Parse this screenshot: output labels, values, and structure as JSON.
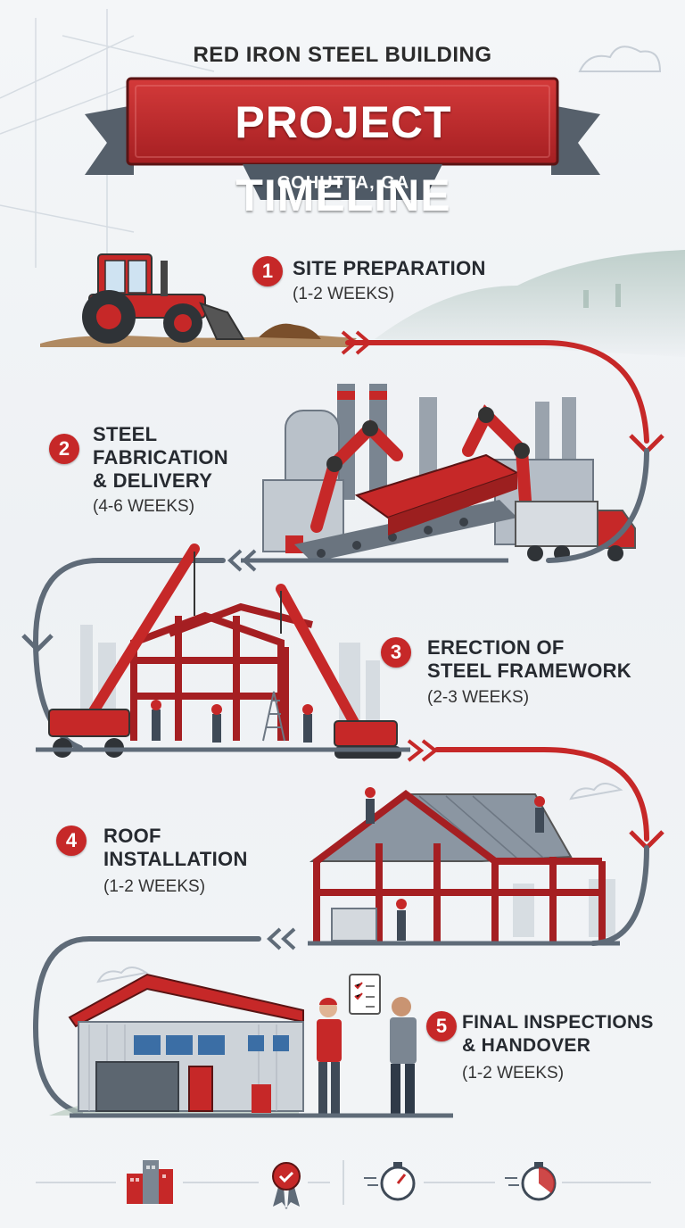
{
  "header": {
    "subtitle": "RED IRON STEEL BUILDING",
    "title": "PROJECT TIMELINE",
    "location": "COHUTTA, GA"
  },
  "steps": [
    {
      "number": "1",
      "title": "SITE PREPARATION",
      "duration": "(1-2 WEEKS)",
      "icon": "tractor-icon"
    },
    {
      "number": "2",
      "title_lines": [
        "STEEL",
        "FABRICATION",
        "& DELIVERY"
      ],
      "duration": "(4-6 WEEKS)",
      "icon": "factory-robot-arm-icon"
    },
    {
      "number": "3",
      "title_lines": [
        "ERECTION OF",
        "STEEL FRAMEWORK"
      ],
      "duration": "(2-3 WEEKS)",
      "icon": "crane-icon"
    },
    {
      "number": "4",
      "title_lines": [
        "ROOF",
        "INSTALLATION"
      ],
      "duration": "(1-2 WEEKS)",
      "icon": "roof-frame-icon"
    },
    {
      "number": "5",
      "title_lines": [
        "FINAL INSPECTIONS",
        "& HANDOVER"
      ],
      "duration": "(1-2 WEEKS)",
      "icon": "completed-building-icon"
    }
  ],
  "footer_icons": [
    "city-buildings-icon",
    "award-ribbon-icon",
    "stopwatch-icon",
    "stopwatch-icon"
  ],
  "colors": {
    "accent_red": "#c62828",
    "steel_gray": "#5f6b78",
    "text_dark": "#262a30",
    "background": "#eef1f4"
  }
}
